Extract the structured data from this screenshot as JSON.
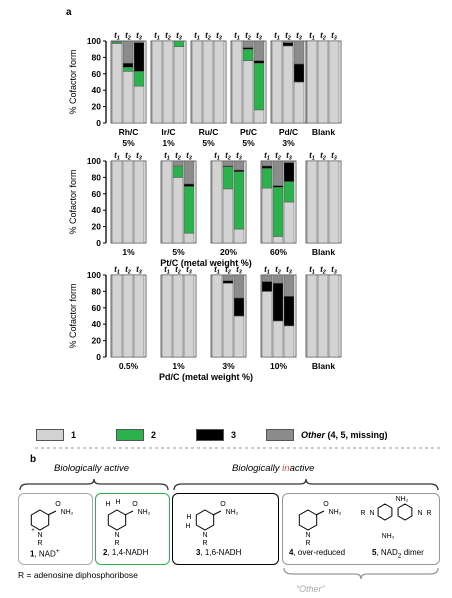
{
  "panel_a": "a",
  "panel_b": "b",
  "colors": {
    "c1": "#d3d3d3",
    "c2": "#2bb24c",
    "c3": "#000000",
    "other": "#8c8c8c",
    "axis": "#000000",
    "brace": "#333333"
  },
  "chart_data": [
    {
      "type": "bar",
      "stacked": true,
      "ylabel": "% Cofactor form",
      "ylim": [
        0,
        100
      ],
      "yticks": [
        0,
        20,
        40,
        60,
        80,
        100
      ],
      "time_labels": [
        "t",
        "t",
        "t"
      ],
      "time_subs": [
        "1",
        "2",
        "3"
      ],
      "groups": [
        {
          "label": "Rh/C",
          "sub": "5%",
          "bars": [
            [
              97,
              2,
              0,
              1
            ],
            [
              63,
              5,
              5,
              27
            ],
            [
              45,
              18,
              35,
              2
            ]
          ]
        },
        {
          "label": "Ir/C",
          "sub": "1%",
          "bars": [
            [
              100,
              0,
              0,
              0
            ],
            [
              100,
              0,
              0,
              0
            ],
            [
              93,
              7,
              0,
              0
            ]
          ]
        },
        {
          "label": "Ru/C",
          "sub": "5%",
          "bars": [
            [
              100,
              0,
              0,
              0
            ],
            [
              100,
              0,
              0,
              0
            ],
            [
              100,
              0,
              0,
              0
            ]
          ]
        },
        {
          "label": "Pt/C",
          "sub": "5%",
          "bars": [
            [
              100,
              0,
              0,
              0
            ],
            [
              76,
              14,
              2,
              8
            ],
            [
              16,
              57,
              3,
              24
            ]
          ]
        },
        {
          "label": "Pd/C",
          "sub": "3%",
          "bars": [
            [
              100,
              0,
              0,
              0
            ],
            [
              94,
              0,
              4,
              2
            ],
            [
              50,
              0,
              22,
              28
            ]
          ]
        },
        {
          "label": "Blank",
          "sub": "",
          "bars": [
            [
              100,
              0,
              0,
              0
            ],
            [
              100,
              0,
              0,
              0
            ],
            [
              100,
              0,
              0,
              0
            ]
          ]
        }
      ]
    },
    {
      "type": "bar",
      "stacked": true,
      "ylabel": "% Cofactor form",
      "xlabel": "Pt/C (metal weight %)",
      "ylim": [
        0,
        100
      ],
      "yticks": [
        0,
        20,
        40,
        60,
        80,
        100
      ],
      "time_labels": [
        "t",
        "t",
        "t"
      ],
      "time_subs": [
        "1",
        "2",
        "3"
      ],
      "groups": [
        {
          "label": "1%",
          "sub": "",
          "bars": [
            [
              100,
              0,
              0,
              0
            ],
            [
              100,
              0,
              0,
              0
            ],
            [
              100,
              0,
              0,
              0
            ]
          ]
        },
        {
          "label": "5%",
          "sub": "",
          "bars": [
            [
              100,
              0,
              0,
              0
            ],
            [
              80,
              14,
              0,
              6
            ],
            [
              12,
              57,
              3,
              28
            ]
          ]
        },
        {
          "label": "20%",
          "sub": "",
          "bars": [
            [
              100,
              0,
              0,
              0
            ],
            [
              66,
              27,
              1,
              6
            ],
            [
              17,
              70,
              2,
              11
            ]
          ]
        },
        {
          "label": "60%",
          "sub": "",
          "bars": [
            [
              67,
              24,
              3,
              6
            ],
            [
              8,
              60,
              2,
              30
            ],
            [
              50,
              25,
              23,
              2
            ]
          ]
        },
        {
          "label": "Blank",
          "sub": "",
          "bars": [
            [
              100,
              0,
              0,
              0
            ],
            [
              100,
              0,
              0,
              0
            ],
            [
              100,
              0,
              0,
              0
            ]
          ]
        }
      ]
    },
    {
      "type": "bar",
      "stacked": true,
      "ylabel": "% Cofactor form",
      "xlabel": "Pd/C (metal weight %)",
      "ylim": [
        0,
        100
      ],
      "yticks": [
        0,
        20,
        40,
        60,
        80,
        100
      ],
      "time_labels": [
        "t",
        "t",
        "t"
      ],
      "time_subs": [
        "1",
        "2",
        "3"
      ],
      "groups": [
        {
          "label": "0.5%",
          "sub": "",
          "bars": [
            [
              100,
              0,
              0,
              0
            ],
            [
              100,
              0,
              0,
              0
            ],
            [
              100,
              0,
              0,
              0
            ]
          ]
        },
        {
          "label": "1%",
          "sub": "",
          "bars": [
            [
              100,
              0,
              0,
              0
            ],
            [
              100,
              0,
              0,
              0
            ],
            [
              100,
              0,
              0,
              0
            ]
          ]
        },
        {
          "label": "3%",
          "sub": "",
          "bars": [
            [
              100,
              0,
              0,
              0
            ],
            [
              90,
              0,
              3,
              7
            ],
            [
              50,
              0,
              22,
              28
            ]
          ]
        },
        {
          "label": "10%",
          "sub": "",
          "bars": [
            [
              80,
              0,
              12,
              8
            ],
            [
              44,
              0,
              46,
              10
            ],
            [
              38,
              0,
              36,
              26
            ]
          ]
        },
        {
          "label": "Blank",
          "sub": "",
          "bars": [
            [
              100,
              0,
              0,
              0
            ],
            [
              100,
              0,
              0,
              0
            ],
            [
              100,
              0,
              0,
              0
            ]
          ]
        }
      ]
    }
  ],
  "legend": [
    {
      "label": "1",
      "color": "#d3d3d3"
    },
    {
      "label": "2",
      "color": "#2bb24c"
    },
    {
      "label": "3",
      "color": "#000000"
    },
    {
      "label": "Other",
      "label_rest": " (4, 5, missing)",
      "color": "#8c8c8c"
    }
  ],
  "panel_b_text": {
    "active": "Biologically active",
    "inactive_pre": "Biologically ",
    "inactive_red": "in",
    "inactive_post": "active",
    "m1_num": "1",
    "m1_name": ", NAD",
    "m2_num": "2",
    "m2_name": ", 1,4-NADH",
    "m3_num": "3",
    "m3_name": ", 1,6-NADH",
    "m4_num": "4",
    "m4_name": ", over-reduced",
    "m5_num": "5",
    "m5_name": ", NAD",
    "m5_sub": "2",
    "m5_post": " dimer",
    "r_note": "R = adenosine diphosphoribose",
    "other": "“Other”",
    "nh2": "NH₂",
    "n": "N",
    "r": "R",
    "h": "H",
    "o": "O",
    "plus": "+"
  }
}
